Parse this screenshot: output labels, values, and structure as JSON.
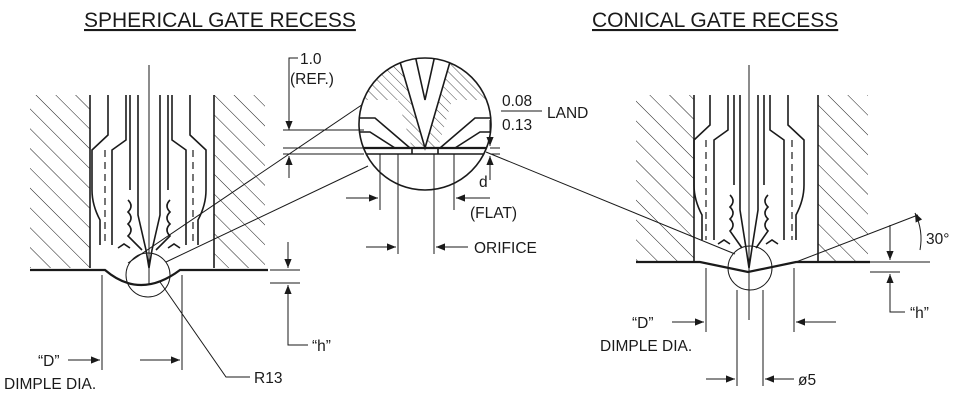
{
  "titles": {
    "spherical": "SPHERICAL GATE RECESS",
    "conical": "CONICAL GATE RECESS"
  },
  "labels": {
    "ref_value": "1.0",
    "ref_note": "(REF.)",
    "land_upper": "0.08",
    "land_lower": "0.13",
    "land": "LAND",
    "d": "d",
    "flat": "(FLAT)",
    "orifice": "ORIFICE",
    "h_left": "“h”",
    "h_right": "“h”",
    "d_left": "“D”",
    "dimple_left": "DIMPLE DIA.",
    "d_right": "“D”",
    "dimple_right": "DIMPLE DIA.",
    "r13": "R13",
    "angle": "30°",
    "dia5": "ø5"
  }
}
